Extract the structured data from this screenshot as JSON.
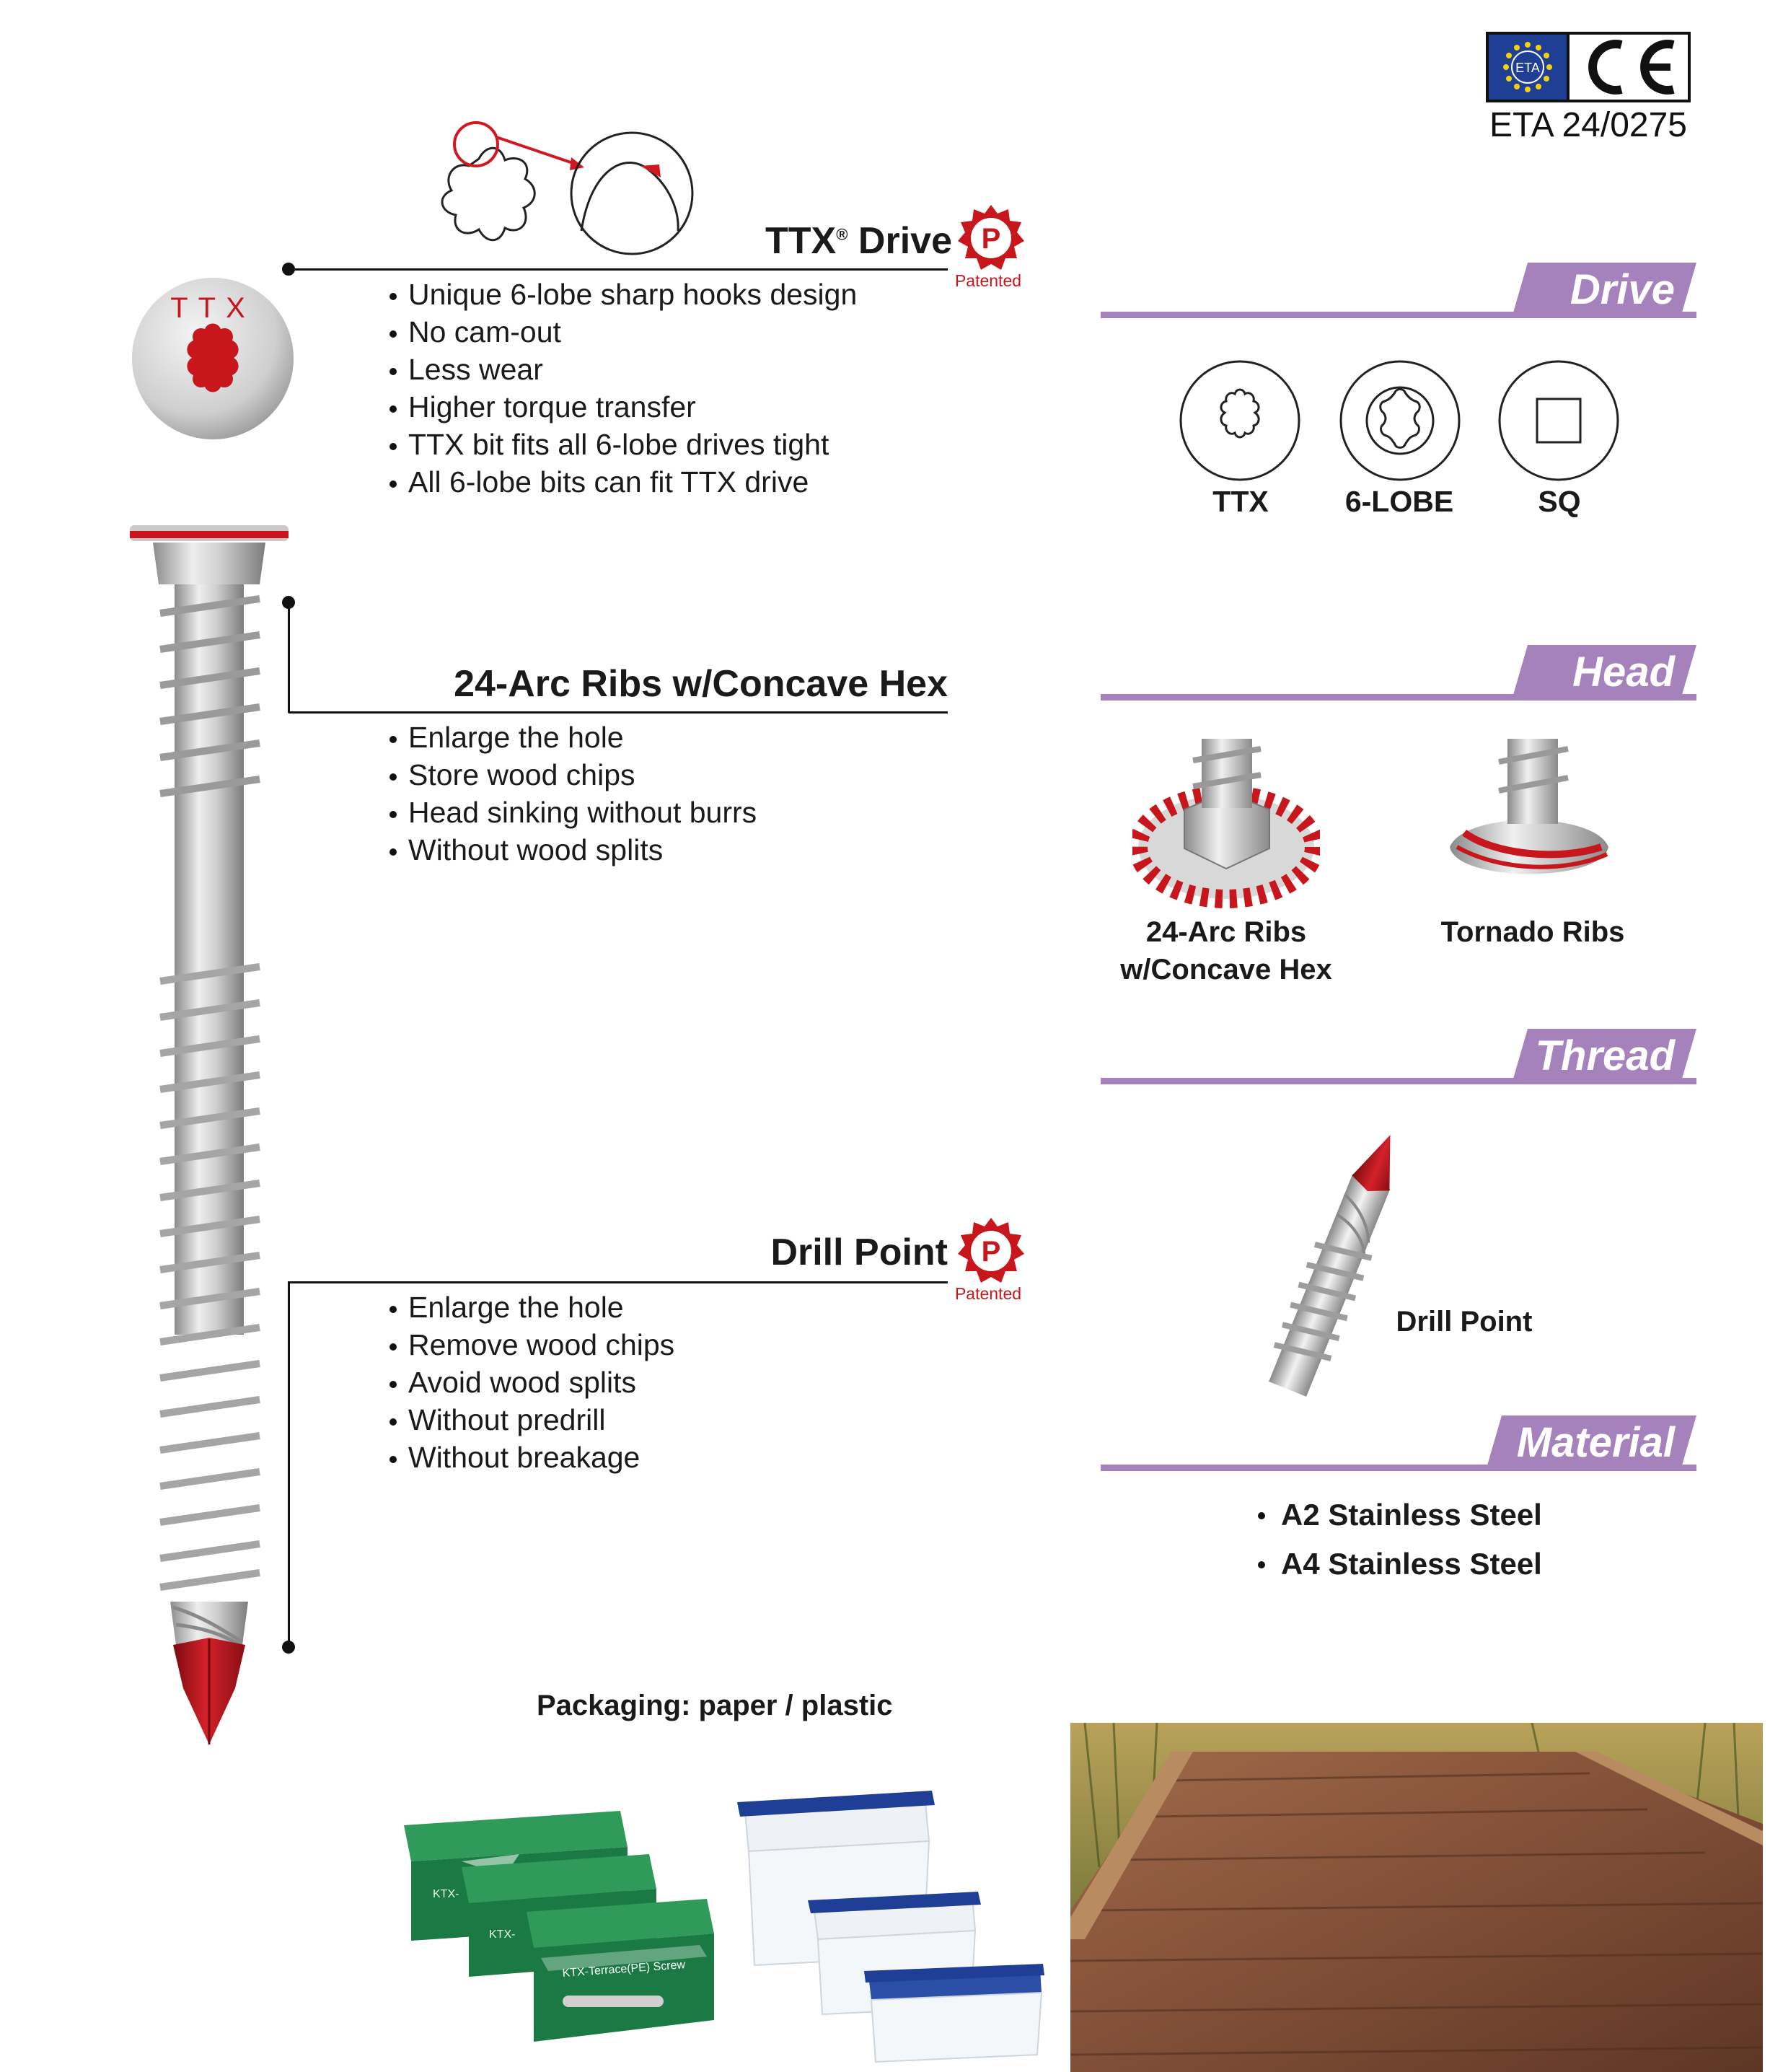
{
  "certification": {
    "eta_badge": "ETA",
    "ce_mark": "CE",
    "eta_number": "ETA 24/0275"
  },
  "features": [
    {
      "title": "TTX",
      "title_mark": "®",
      "title_suffix": "Drive",
      "patent": "Patented",
      "bullets": [
        "Unique 6-lobe sharp hooks design",
        "No cam-out",
        "Less wear",
        "Higher torque transfer",
        "TTX bit fits all 6-lobe drives tight",
        "All 6-lobe bits can fit TTX drive"
      ]
    },
    {
      "title": "24-Arc Ribs w/Concave Hex",
      "bullets": [
        "Enlarge the hole",
        "Store wood chips",
        "Head sinking without burrs",
        "Without wood splits"
      ]
    },
    {
      "title": "Drill Point",
      "patent": "Patented",
      "bullets": [
        "Enlarge the hole",
        "Remove wood chips",
        "Avoid wood splits",
        "Without predrill",
        "Without breakage"
      ]
    }
  ],
  "screw_head_marking": "TTX",
  "sections": {
    "drive": {
      "title": "Drive",
      "items": [
        "TTX",
        "6-LOBE",
        "SQ"
      ]
    },
    "head": {
      "title": "Head",
      "items": [
        {
          "line1": "24-Arc Ribs",
          "line2": "w/Concave Hex"
        },
        {
          "line1": "Tornado Ribs",
          "line2": ""
        }
      ]
    },
    "thread": {
      "title": "Thread",
      "label": "Drill Point"
    },
    "material": {
      "title": "Material",
      "items": [
        "A2 Stainless Steel",
        "A4 Stainless Steel"
      ]
    }
  },
  "packaging": {
    "label": "Packaging: paper / plastic",
    "box_text_1": "KTX-Terrace(PE) Screw",
    "box_text_2": "KTX-",
    "box_text_3": "KTX-"
  },
  "colors": {
    "accent": "#a682bd",
    "red": "#c8161d",
    "text": "#1a1a1a"
  }
}
